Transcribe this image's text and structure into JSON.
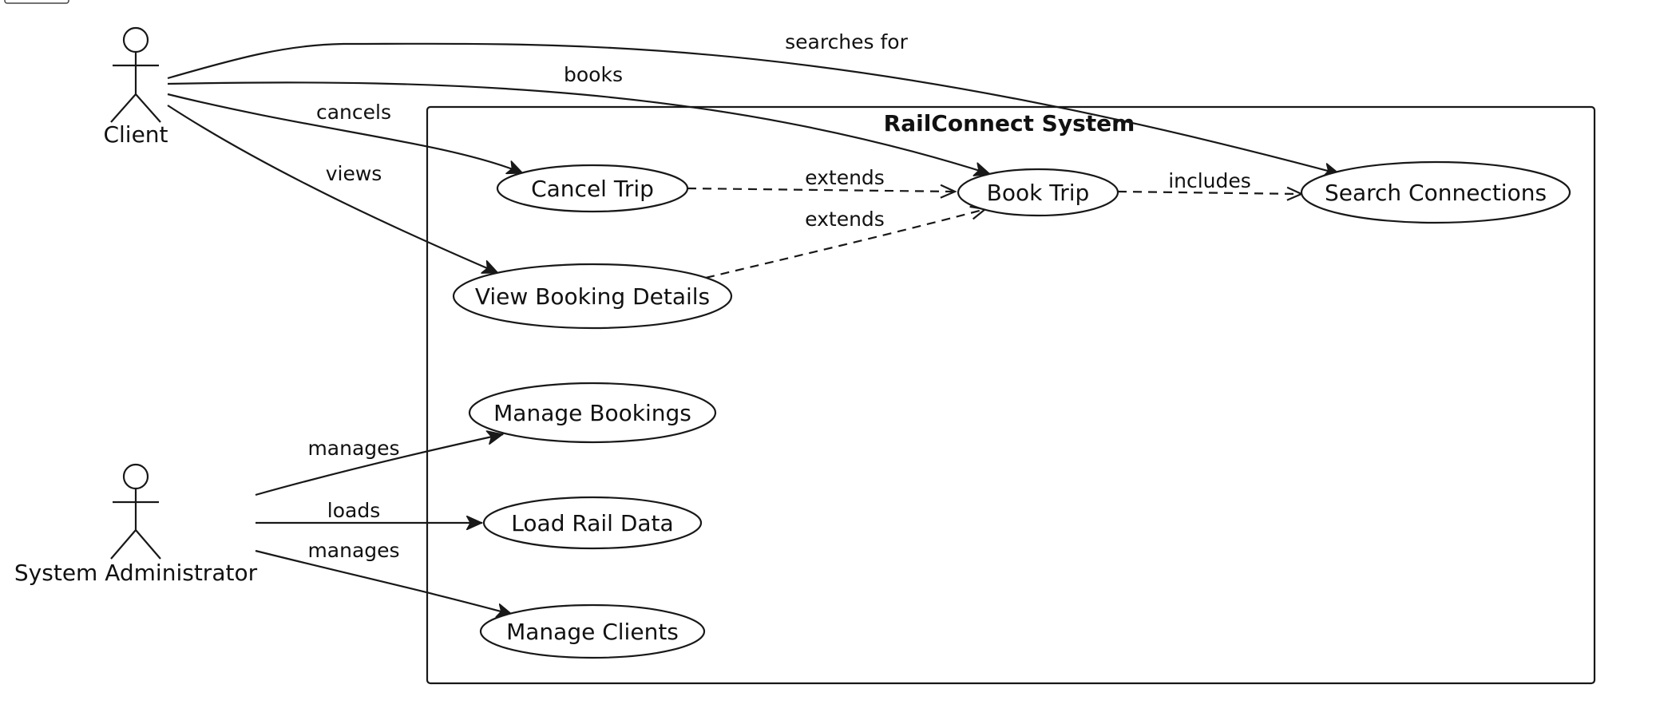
{
  "system": {
    "title": "RailConnect System"
  },
  "actors": {
    "client": "Client",
    "admin": "System Administrator"
  },
  "use_cases": {
    "cancel_trip": "Cancel Trip",
    "book_trip": "Book Trip",
    "search_connections": "Search Connections",
    "view_booking_details": "View Booking Details",
    "manage_bookings": "Manage Bookings",
    "load_rail_data": "Load Rail Data",
    "manage_clients": "Manage Clients"
  },
  "relations": {
    "client_search": "searches for",
    "client_book": "books",
    "client_cancel": "cancels",
    "client_view": "views",
    "cancel_extends_book": "extends",
    "view_extends_book": "extends",
    "book_includes_search": "includes",
    "admin_manage_bookings": "manages",
    "admin_load_data": "loads",
    "admin_manage_clients": "manages"
  }
}
